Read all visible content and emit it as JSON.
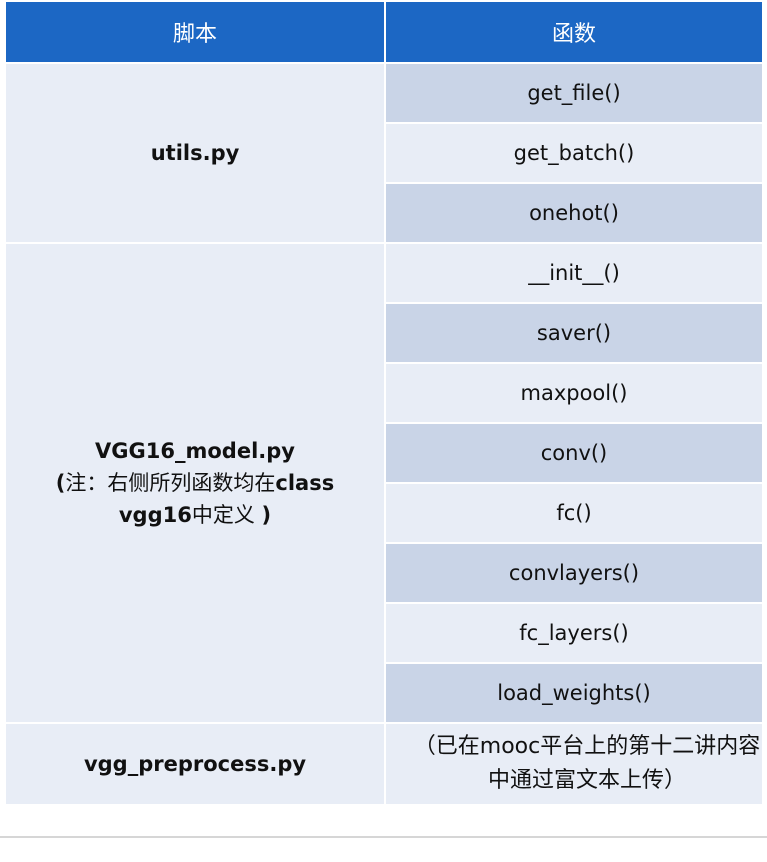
{
  "headers": {
    "script": "脚本",
    "function": "函数"
  },
  "groups": {
    "utils": {
      "script": "utils.py",
      "functions": [
        "get_file()",
        "get_batch()",
        "onehot()"
      ]
    },
    "vgg16": {
      "script": "VGG16_model.py",
      "note_open": "(",
      "note_text1": "注：右侧所列函数均在",
      "note_class": "class",
      "note_vgg": "vgg16",
      "note_text2": "中定义",
      "note_close": ")",
      "functions": [
        "__init__()",
        "saver()",
        "maxpool()",
        "conv()",
        "fc()",
        "convlayers()",
        "fc_layers()",
        "load_weights()"
      ]
    },
    "preprocess": {
      "script": "vgg_preprocess.py",
      "remark": "（已在mooc平台上的第十二讲内容中通过富文本上传）"
    }
  }
}
